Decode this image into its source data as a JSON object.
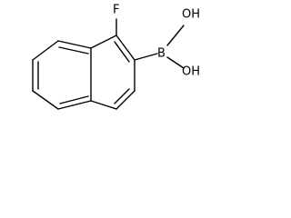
{
  "atoms": {
    "fluorine": "F",
    "boron": "B",
    "oh_top": "OH",
    "oh_right": "OH"
  }
}
